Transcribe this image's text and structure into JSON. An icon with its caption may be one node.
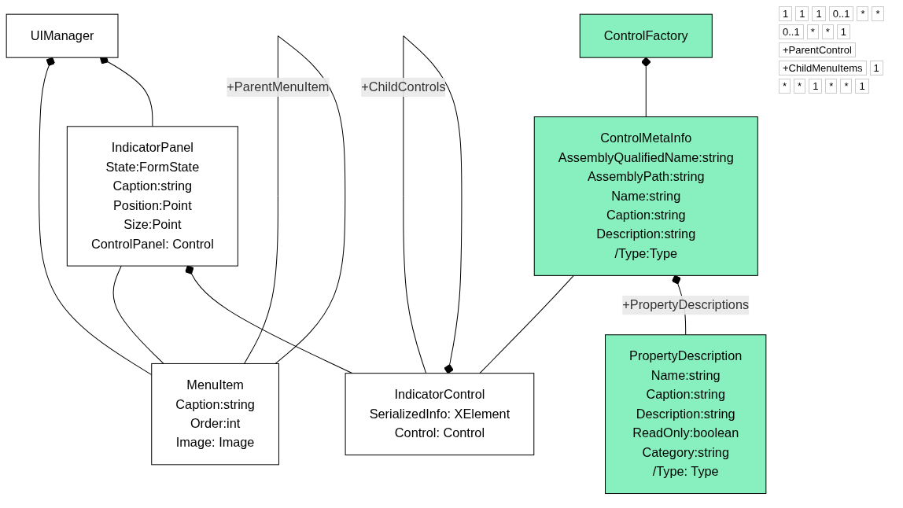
{
  "diagram": {
    "nodes": [
      {
        "text": [
          "UIManager"
        ]
      },
      {
        "text": [
          "ControlFactory"
        ]
      },
      {
        "text": [
          "MenuItem",
          "Caption:string",
          "Order:int",
          "Image: Image"
        ]
      },
      {
        "text": [
          "IndicatorPanel",
          "State:FormState",
          "Caption:string",
          "Position:Point",
          "Size:Point",
          "ControlPanel: Control"
        ]
      },
      {
        "text": [
          "IndicatorControl",
          "SerializedInfo: XElement",
          "Control: Control"
        ]
      },
      {
        "text": [
          "PropertyDescription",
          "Name:string",
          "Caption:string",
          "Description:string",
          "ReadOnly:boolean",
          "Category:string",
          "/Type: Type"
        ]
      },
      {
        "text": [
          "ControlMetaInfo",
          "AssemblyQualifiedName:string",
          "AssemblyPath:string",
          "Name:string",
          "Caption:string",
          "Description:string",
          "/Type:Type"
        ]
      }
    ],
    "edges": [
      {
        "from": 2,
        "to": 0,
        "arrow": "other"
      },
      {
        "from": 3,
        "to": 0,
        "arrow": "other"
      },
      {
        "from": 2,
        "to": 2,
        "arrow": "none",
        "label": "+ParentMenuItem"
      },
      {
        "from": 2,
        "to": 3,
        "arrow": "none"
      },
      {
        "from": 4,
        "to": 4,
        "arrow": "other",
        "label": "+ChildControls"
      },
      {
        "from": 4,
        "to": 3,
        "arrow": "other"
      },
      {
        "from": 4,
        "to": 6,
        "arrow": "none"
      },
      {
        "from": 6,
        "to": 1,
        "arrow": "other"
      },
      {
        "from": 5,
        "to": 6,
        "arrow": "other",
        "label": "+PropertyDescriptions"
      }
    ],
    "labels": [
      "1",
      "1",
      "1",
      "0..1",
      "*",
      "*",
      "0..1",
      "*",
      "*",
      "1",
      "+ParentControl",
      "+ChildMenuItems",
      "1",
      "*",
      "*",
      "1",
      "*",
      "*",
      "1"
    ]
  }
}
